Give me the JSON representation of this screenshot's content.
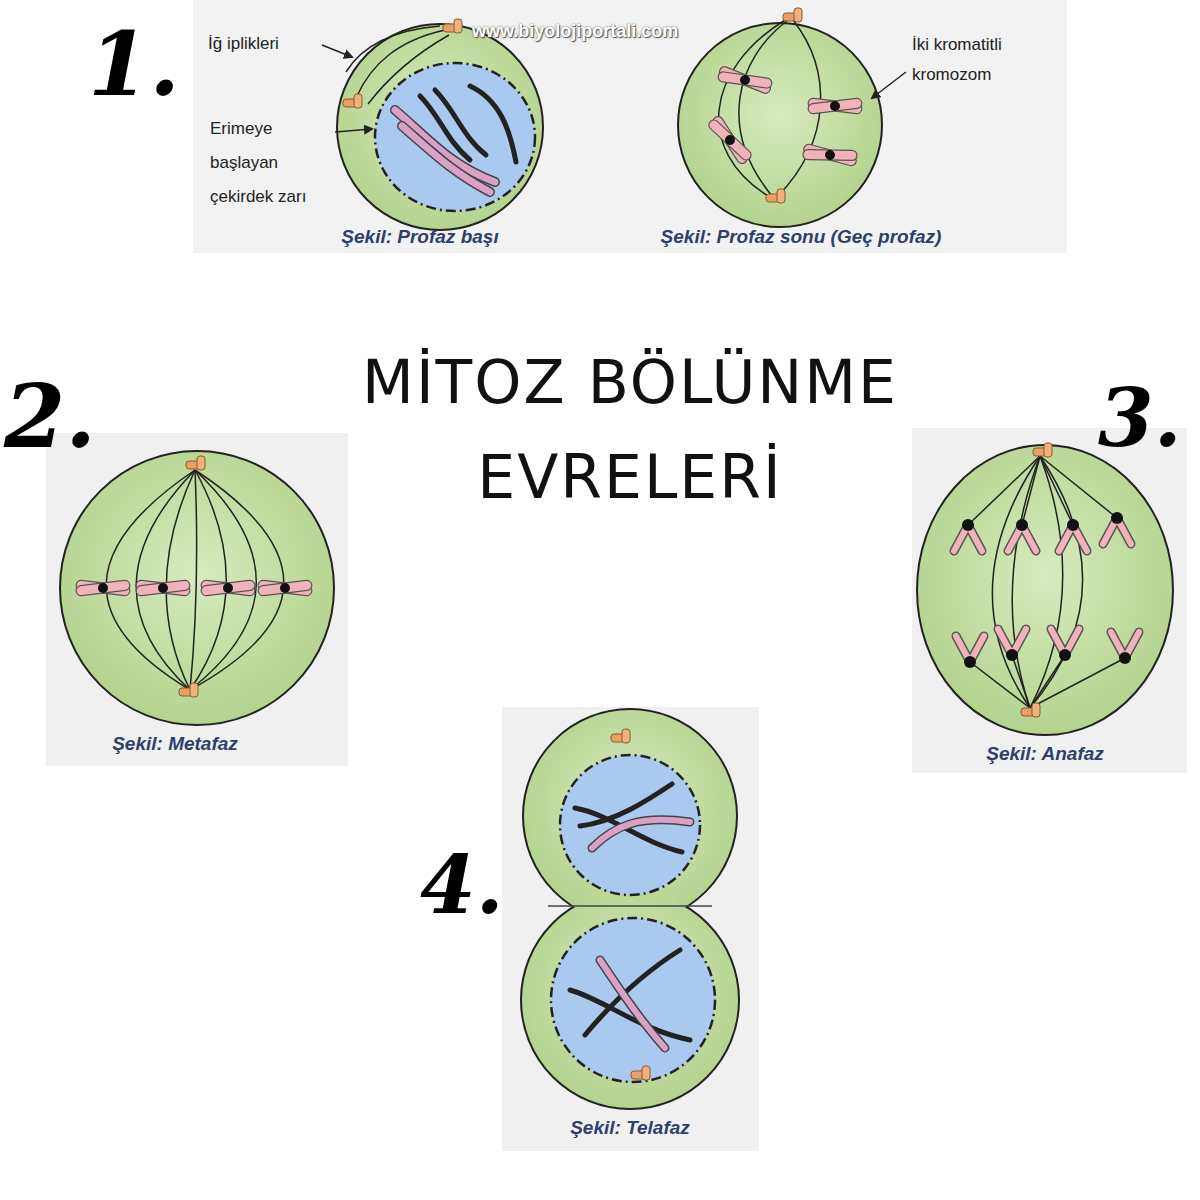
{
  "diagram": {
    "title": "MİTOZ BÖLÜNME EVRELERİ",
    "nodes": [
      {
        "text": [
          "Şekil: Profaz başı",
          "Şekil: Profaz sonu (Geç profaz)"
        ]
      },
      {
        "text": [
          "Şekil: Metafaz"
        ]
      },
      {
        "text": [
          "Şekil: Anafaz"
        ]
      },
      {
        "text": [
          "Şekil: Telafaz"
        ]
      }
    ],
    "labels": [
      "1.",
      "2.",
      "3.",
      "4.",
      "İğ iplikleri",
      "Erimeye başlayan çekirdek zarı",
      "İki kromatitli kromozom",
      "www.biyolojiportali.com"
    ]
  }
}
